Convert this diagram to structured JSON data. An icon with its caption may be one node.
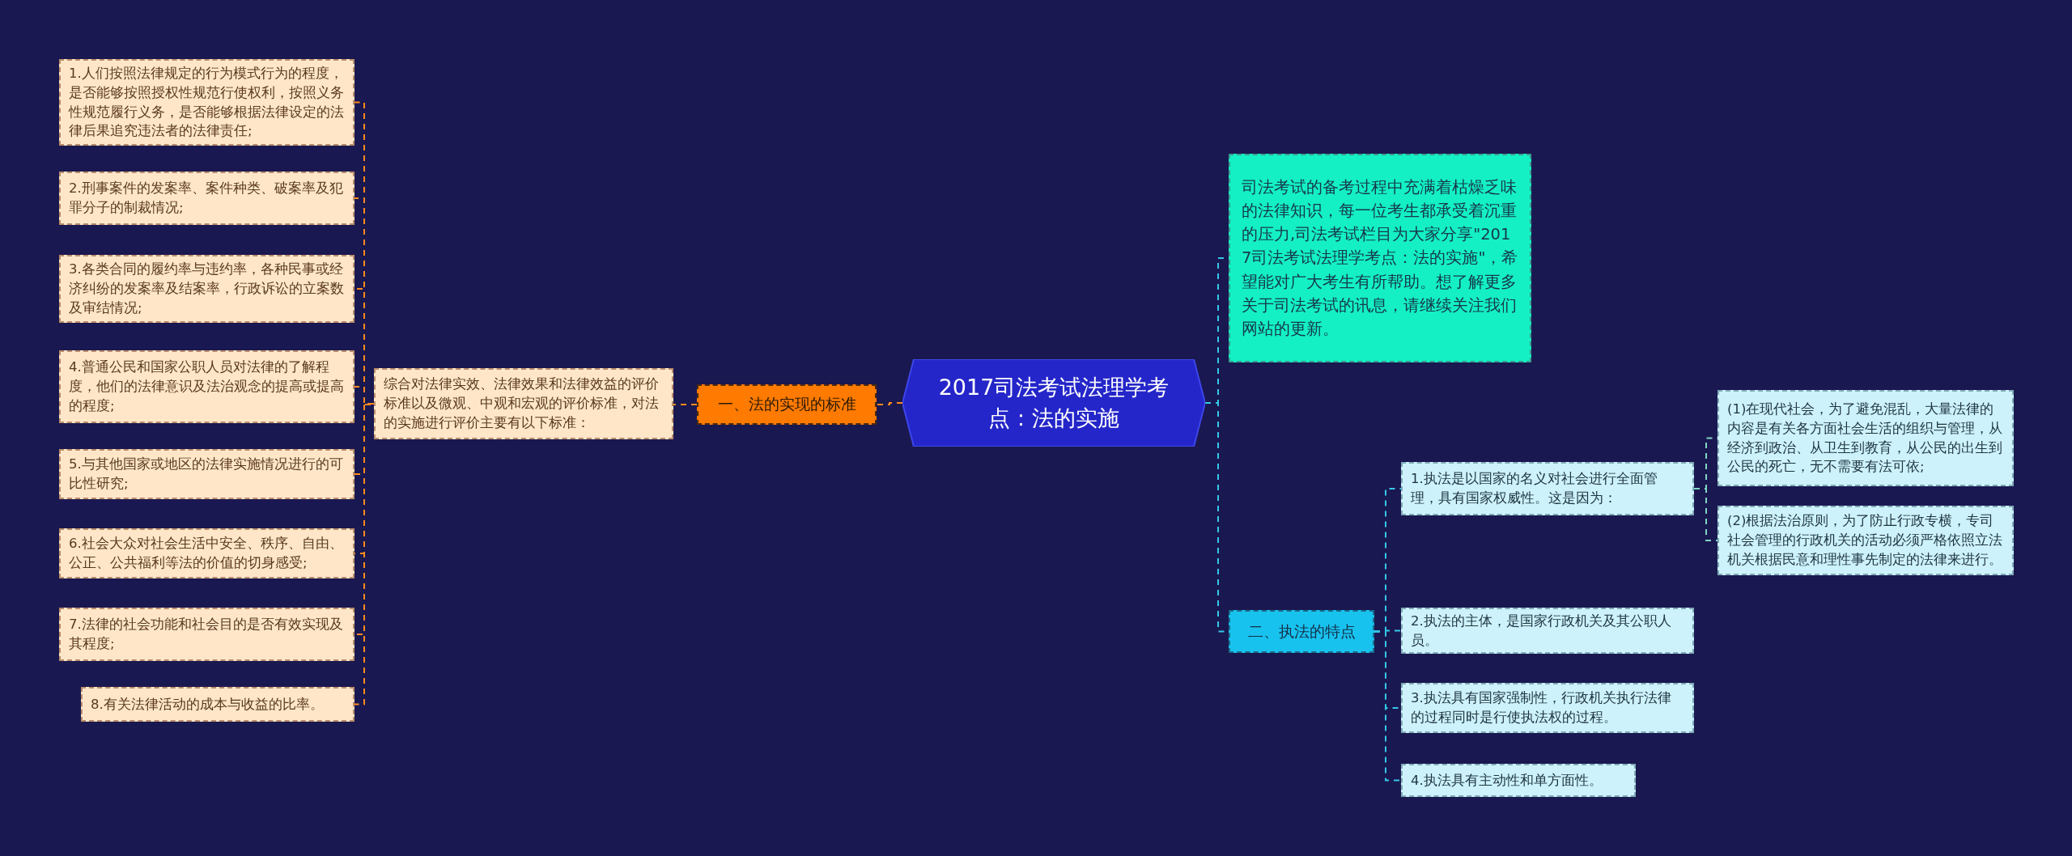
{
  "diagram": {
    "nodes": [
      {
        "text": [
          "2017司法考试法理学考点：法的实施"
        ]
      },
      {
        "text": [
          "一、法的实现的标准"
        ]
      },
      {
        "text": [
          "综合对法律实效、法律效果和法律效益的评价标准以及微观、中观和宏观的评价标准，对法的实施进行评价主要有以下标准："
        ]
      },
      {
        "text": [
          "1.人们按照法律规定的行为模式行为的程度，是否能够按照授权性规范行使权利，按照义务性规范履行义务，是否能够根据法律设定的法律后果追究违法者的法律责任;"
        ]
      },
      {
        "text": [
          "2.刑事案件的发案率、案件种类、破案率及犯罪分子的制裁情况;"
        ]
      },
      {
        "text": [
          "3.各类合同的履约率与违约率，各种民事或经济纠纷的发案率及结案率，行政诉讼的立案数及审结情况;"
        ]
      },
      {
        "text": [
          "4.普通公民和国家公职人员对法律的了解程度，他们的法律意识及法治观念的提高或提高的程度;"
        ]
      },
      {
        "text": [
          "5.与其他国家或地区的法律实施情况进行的可比性研究;"
        ]
      },
      {
        "text": [
          "6.社会大众对社会生活中安全、秩序、自由、公正、公共福利等法的价值的切身感受;"
        ]
      },
      {
        "text": [
          "7.法律的社会功能和社会目的是否有效实现及其程度;"
        ]
      },
      {
        "text": [
          "8.有关法律活动的成本与收益的比率。"
        ]
      },
      {
        "text": [
          "司法考试的备考过程中充满着枯燥乏味的法律知识，每一位考生都承受着沉重的压力,司法考试栏目为大家分享\"2017司法考试法理学考点：法的实施\"，希望能对广大考生有所帮助。想了解更多关于司法考试的讯息，请继续关注我们网站的更新。"
        ]
      },
      {
        "text": [
          "二、执法的特点"
        ]
      },
      {
        "text": [
          "1.执法是以国家的名义对社会进行全面管理，具有国家权威性。这是因为："
        ]
      },
      {
        "text": [
          "(1)在现代社会，为了避免混乱，大量法律的内容是有关各方面社会生活的组织与管理，从经济到政治、从卫生到教育，从公民的出生到公民的死亡，无不需要有法可依;"
        ]
      },
      {
        "text": [
          "(2)根据法治原则，为了防止行政专横，专司社会管理的行政机关的活动必须严格依照立法机关根据民意和理性事先制定的法律来进行。"
        ]
      },
      {
        "text": [
          "2.执法的主体，是国家行政机关及其公职人员。"
        ]
      },
      {
        "text": [
          "3.执法具有国家强制性，行政机关执行法律的过程同时是行使执法权的过程。"
        ]
      },
      {
        "text": [
          "4.执法具有主动性和单方面性。"
        ]
      }
    ],
    "edges": [
      {
        "from": 0,
        "to": 1,
        "arrow": "none",
        "style": "dashed"
      },
      {
        "from": 1,
        "to": 2,
        "arrow": "none",
        "style": "dashed"
      },
      {
        "from": 2,
        "to": 3,
        "arrow": "none",
        "style": "dashed"
      },
      {
        "from": 2,
        "to": 4,
        "arrow": "none",
        "style": "dashed"
      },
      {
        "from": 2,
        "to": 5,
        "arrow": "none",
        "style": "dashed"
      },
      {
        "from": 2,
        "to": 6,
        "arrow": "none",
        "style": "dashed"
      },
      {
        "from": 2,
        "to": 7,
        "arrow": "none",
        "style": "dashed"
      },
      {
        "from": 2,
        "to": 8,
        "arrow": "none",
        "style": "dashed"
      },
      {
        "from": 2,
        "to": 9,
        "arrow": "none",
        "style": "dashed"
      },
      {
        "from": 2,
        "to": 10,
        "arrow": "none",
        "style": "dashed"
      },
      {
        "from": 0,
        "to": 11,
        "arrow": "none",
        "style": "dashed",
        "color": "#35c8e8"
      },
      {
        "from": 0,
        "to": 12,
        "arrow": "none",
        "style": "dashed",
        "color": "#35c8e8"
      },
      {
        "from": 12,
        "to": 13,
        "arrow": "none",
        "style": "dashed",
        "color": "#35c8e8"
      },
      {
        "from": 13,
        "to": 14,
        "arrow": "none",
        "style": "dashed",
        "color": "#7fd6c2"
      },
      {
        "from": 13,
        "to": 15,
        "arrow": "none",
        "style": "dashed",
        "color": "#7fd6c2"
      },
      {
        "from": 12,
        "to": 16,
        "arrow": "none",
        "style": "dashed",
        "color": "#35c8e8"
      },
      {
        "from": 12,
        "to": 17,
        "arrow": "none",
        "style": "dashed",
        "color": "#35c8e8"
      },
      {
        "from": 12,
        "to": 18,
        "arrow": "none",
        "style": "dashed",
        "color": "#35c8e8"
      }
    ]
  }
}
